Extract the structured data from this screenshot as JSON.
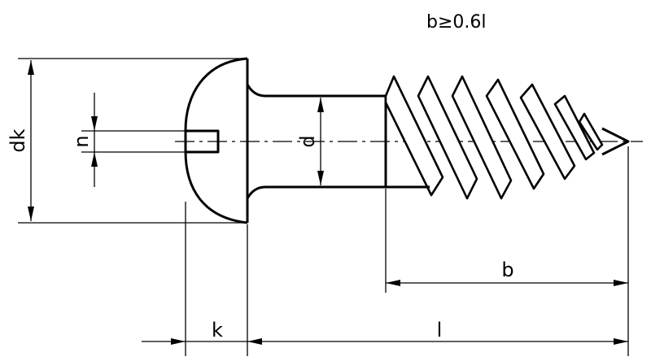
{
  "diagram": {
    "labels": {
      "formula": "b≥0.6l",
      "head_diameter": "dk",
      "slot_width": "n",
      "shank_diameter": "d",
      "thread_length": "b",
      "head_height": "k",
      "length": "l"
    }
  }
}
